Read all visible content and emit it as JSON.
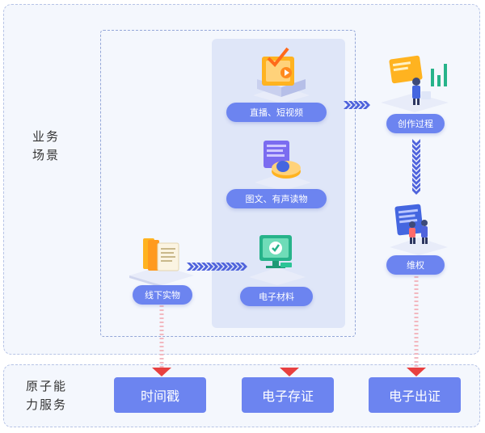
{
  "labels": {
    "business_scenarios": [
      "业务",
      "场景"
    ],
    "atomic_capability": [
      "原子能",
      "力服务"
    ]
  },
  "nodes": {
    "live_short_video": "直播、短视频",
    "graphic_audio": "图文、有声读物",
    "offline_physical": "线下实物",
    "electronic_material": "电子材料",
    "creation_process": "创作过程",
    "rights_protection": "维权"
  },
  "services": {
    "timestamp": "时间戳",
    "electronic_deposit": "电子存证",
    "electronic_certificate": "电子出证"
  },
  "icons": {
    "live_short_video": "tv-check-icon",
    "graphic_audio": "document-disc-icon",
    "offline_physical": "books-document-icon",
    "electronic_material": "monitor-check-icon",
    "creation_process": "board-person-chart-icon",
    "rights_protection": "board-people-icon"
  },
  "colors": {
    "accent": "#6c84f0",
    "arrow": "#4f63dc",
    "down_marker": "#e84040",
    "panel_bg": "#f4f7fd",
    "column_bg": "#dfe6f8"
  }
}
